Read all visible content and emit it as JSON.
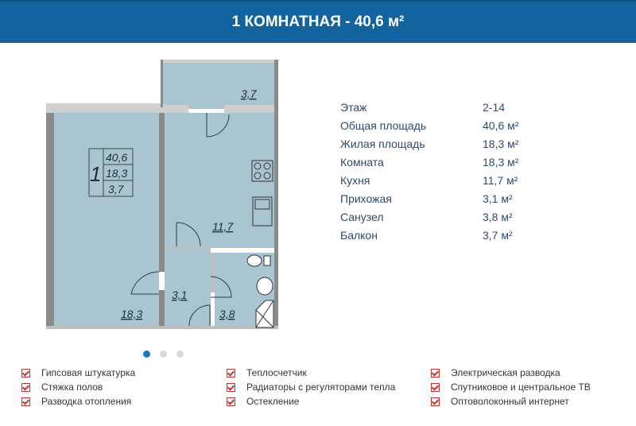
{
  "header": {
    "title": "1 КОМНАТНАЯ - 40,6 м²"
  },
  "plan": {
    "badge_rooms": "1",
    "badge_total": "40,6",
    "badge_living": "18,3",
    "badge_balcony": "3,7",
    "room_living": "18,3",
    "room_kitchen": "11,7",
    "room_hall": "3,1",
    "room_bath": "3,8",
    "room_balcony": "3,7"
  },
  "specs": [
    {
      "label": "Этаж",
      "value": "2-14"
    },
    {
      "label": "Общая площадь",
      "value": "40,6 м²"
    },
    {
      "label": "Жилая площадь",
      "value": "18,3 м²"
    },
    {
      "label": "Комната",
      "value": "18,3 м²"
    },
    {
      "label": "Кухня",
      "value": "11,7 м²"
    },
    {
      "label": "Прихожая",
      "value": "3,1 м²"
    },
    {
      "label": "Санузел",
      "value": "3,8 м²"
    },
    {
      "label": "Балкон",
      "value": "3,7 м²"
    }
  ],
  "carousel": {
    "pages": 3,
    "active": 1
  },
  "amenities": [
    [
      "Гипсовая штукатурка",
      "Стяжка полов",
      "Разводка отопления"
    ],
    [
      "Теплосчетчик",
      "Радиаторы с регуляторами тепла",
      "Остекление"
    ],
    [
      "Электрическая разводка",
      "Спутниковое и центральное ТВ",
      "Оптоволоконный интернет"
    ]
  ],
  "colors": {
    "header": "#12639e",
    "room": "#a9c6d0",
    "check": "#c8312f"
  }
}
